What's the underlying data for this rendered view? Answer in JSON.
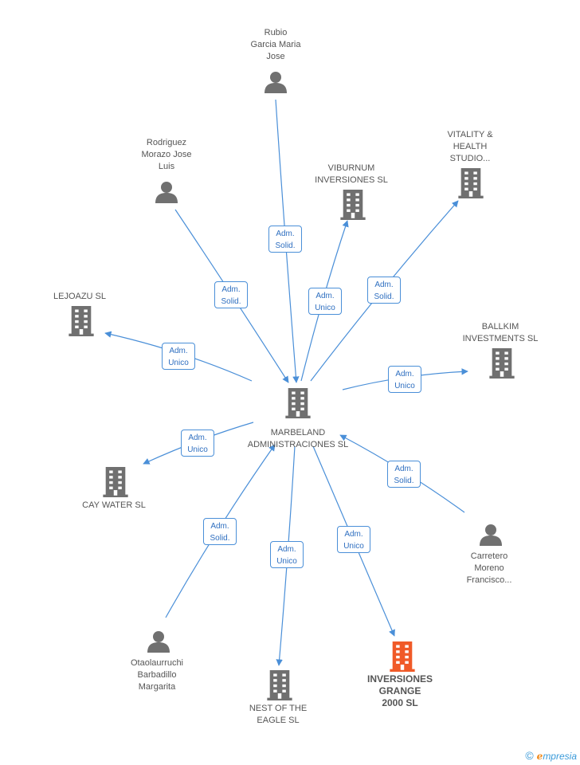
{
  "colors": {
    "edge": "#4a8fd8",
    "node_gray": "#707070",
    "node_highlight": "#f05a28",
    "badge_text": "#2f6fc0"
  },
  "center": {
    "id": "center",
    "label": "MARBELAND\nADMINISTRACIONES SL",
    "type": "company"
  },
  "nodes": [
    {
      "id": "rubio",
      "label": "Rubio\nGarcia Maria\nJose",
      "type": "person"
    },
    {
      "id": "rodriguez",
      "label": "Rodriguez\nMorazo Jose\nLuis",
      "type": "person"
    },
    {
      "id": "viburnum",
      "label": "VIBURNUM\nINVERSIONES SL",
      "type": "company"
    },
    {
      "id": "vitality",
      "label": "VITALITY &\nHEALTH\nSTUDIO...",
      "type": "company"
    },
    {
      "id": "lejoazu",
      "label": "LEJOAZU SL",
      "type": "company"
    },
    {
      "id": "ballkim",
      "label": "BALLKIM\nINVESTMENTS SL",
      "type": "company"
    },
    {
      "id": "caywater",
      "label": "CAY WATER SL",
      "type": "company"
    },
    {
      "id": "carretero",
      "label": "Carretero\nMoreno\nFrancisco...",
      "type": "person"
    },
    {
      "id": "otaola",
      "label": "Otaolaurruchi\nBarbadillo\nMargarita",
      "type": "person"
    },
    {
      "id": "nest",
      "label": "NEST OF THE\nEAGLE SL",
      "type": "company"
    },
    {
      "id": "inversiones",
      "label": "INVERSIONES\nGRANGE\n2000 SL",
      "type": "company",
      "highlight": true
    }
  ],
  "edges": [
    {
      "from": "rubio",
      "to": "center",
      "label": "Adm.\nSolid."
    },
    {
      "from": "rodriguez",
      "to": "center",
      "label": "Adm.\nSolid."
    },
    {
      "from": "center",
      "to": "viburnum",
      "label": "Adm.\nUnico"
    },
    {
      "from": "center",
      "to": "vitality",
      "label": "Adm.\nSolid."
    },
    {
      "from": "center",
      "to": "lejoazu",
      "label": "Adm.\nUnico"
    },
    {
      "from": "center",
      "to": "ballkim",
      "label": "Adm.\nUnico"
    },
    {
      "from": "center",
      "to": "caywater",
      "label": "Adm.\nUnico"
    },
    {
      "from": "carretero",
      "to": "center",
      "label": "Adm.\nSolid."
    },
    {
      "from": "otaola",
      "to": "center",
      "label": "Adm.\nSolid."
    },
    {
      "from": "center",
      "to": "nest",
      "label": "Adm.\nUnico"
    },
    {
      "from": "center",
      "to": "inversiones",
      "label": "Adm.\nUnico"
    }
  ],
  "footer": {
    "copyright": "©",
    "brand_first": "e",
    "brand_rest": "mpresia"
  }
}
